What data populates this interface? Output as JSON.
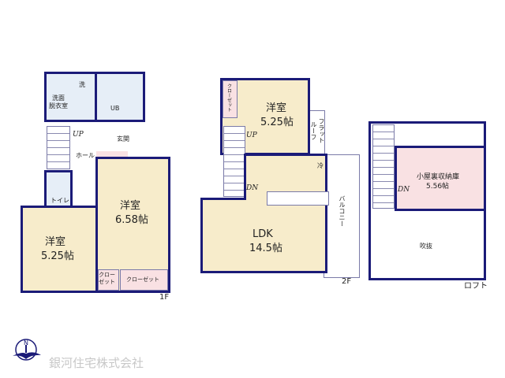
{
  "floor1": {
    "label": "1F",
    "wash_label": "洗",
    "dressing": "洗面\n脱衣室",
    "bath": "UB",
    "entrance": "玄関",
    "hall": "ホール",
    "toilet": "トイレ",
    "up": "UP",
    "room_a": {
      "name": "洋室",
      "size": "6.58帖"
    },
    "room_b": {
      "name": "洋室",
      "size": "5.25帖"
    },
    "closet_small": "クロー\nゼット",
    "closet": "クローゼット"
  },
  "floor2": {
    "label": "2F",
    "room": {
      "name": "洋室",
      "size": "5.25帖"
    },
    "closet": "クローゼット",
    "flat_roof": "フラット\nルーフ",
    "up": "UP",
    "dn": "DN",
    "fridge": "冷",
    "ldk": {
      "name": "LDK",
      "size": "14.5帖"
    },
    "balcony": "バルコニー"
  },
  "loft": {
    "label": "ロフト",
    "storage": {
      "name": "小屋裏収納庫",
      "size": "5.56帖"
    },
    "atrium": "吹抜",
    "dn": "DN"
  },
  "company": "銀河住宅株式会社",
  "colors": {
    "wall": "#1b1b78",
    "room": "#f7eccb",
    "closet": "#f9e1e3",
    "wet": "#e6eef7"
  }
}
